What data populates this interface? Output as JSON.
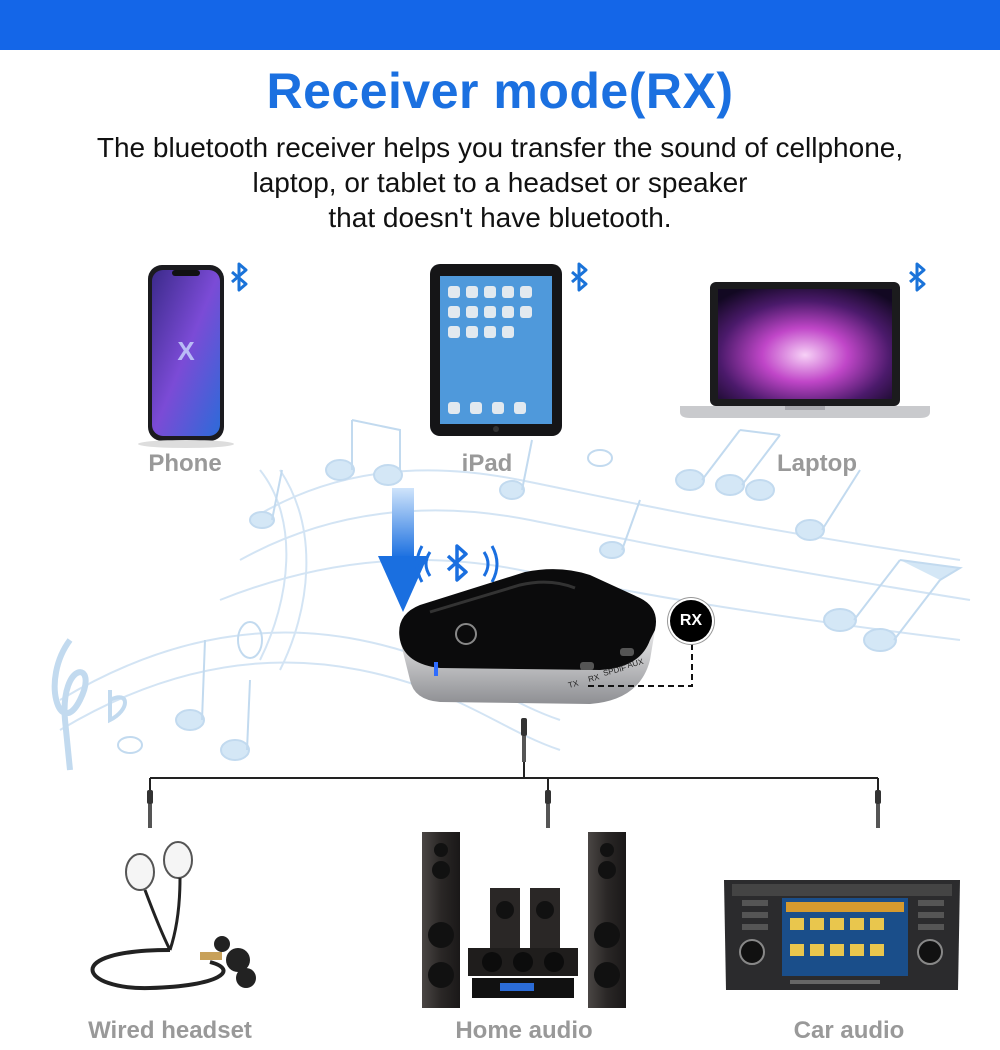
{
  "header": {
    "title": "Receiver mode(RX)",
    "subtitle_lines": [
      "The bluetooth receiver helps you transfer the sound of cellphone,",
      "laptop, or tablet to a headset or speaker",
      "that doesn't have bluetooth."
    ]
  },
  "colors": {
    "accent_blue": "#1466e8",
    "title_blue": "#1b70e0",
    "label_gray": "#999999",
    "bluetooth_blue": "#1a73d9"
  },
  "sources": [
    {
      "label": "Phone",
      "icon": "bluetooth-icon"
    },
    {
      "label": "iPad",
      "icon": "bluetooth-icon"
    },
    {
      "label": "Laptop",
      "icon": "bluetooth-icon"
    }
  ],
  "device": {
    "mode_badge": "RX",
    "port_labels": [
      "TX",
      "RX",
      "SPDIF",
      "AUX"
    ]
  },
  "outputs": [
    {
      "label": "Wired headset"
    },
    {
      "label": "Home audio"
    },
    {
      "label": "Car audio"
    }
  ]
}
